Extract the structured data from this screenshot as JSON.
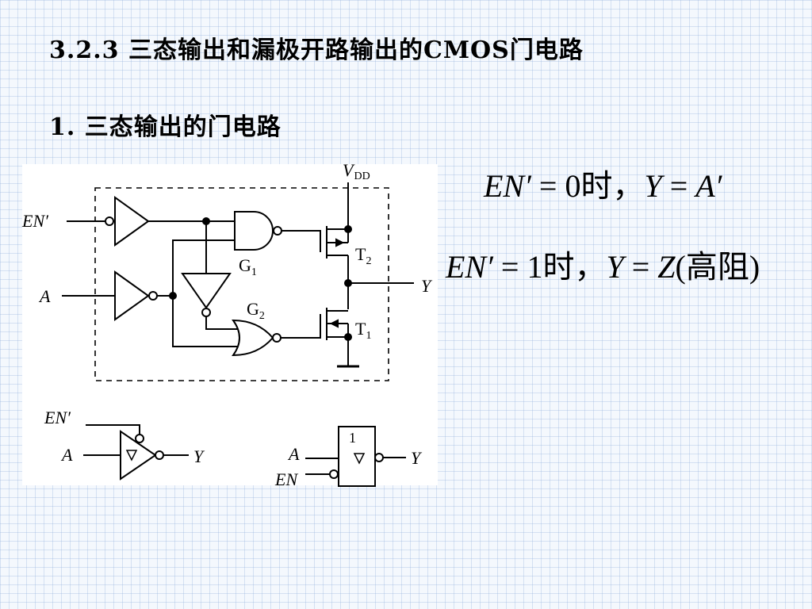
{
  "header": {
    "title": "3.2.3 三态输出和漏极开路输出的CMOS门电路",
    "subtitle": "1. 三态输出的门电路"
  },
  "equations": {
    "eq1": {
      "lhs": "EN′",
      "op1": " = ",
      "val": "0",
      "cond": "时，",
      "y": "Y",
      "op2": " = ",
      "rhs": "A′"
    },
    "eq2": {
      "lhs": "EN′",
      "op1": " = ",
      "val": "1",
      "cond": "时，",
      "y": "Y",
      "op2": " = ",
      "rhs": "Z",
      "note": "(高阻)"
    }
  },
  "circuit": {
    "vdd": "V",
    "vdd_sub": "DD",
    "en_input": "EN′",
    "a_input": "A",
    "output": "Y",
    "g1": "G",
    "g1_sub": "1",
    "g2": "G",
    "g2_sub": "2",
    "t2": "T",
    "t2_sub": "2",
    "t1": "T",
    "t1_sub": "1"
  },
  "symbol1": {
    "en": "EN′",
    "a": "A",
    "y": "Y"
  },
  "symbol2": {
    "a": "A",
    "en": "EN",
    "y": "Y",
    "gate": "1"
  }
}
